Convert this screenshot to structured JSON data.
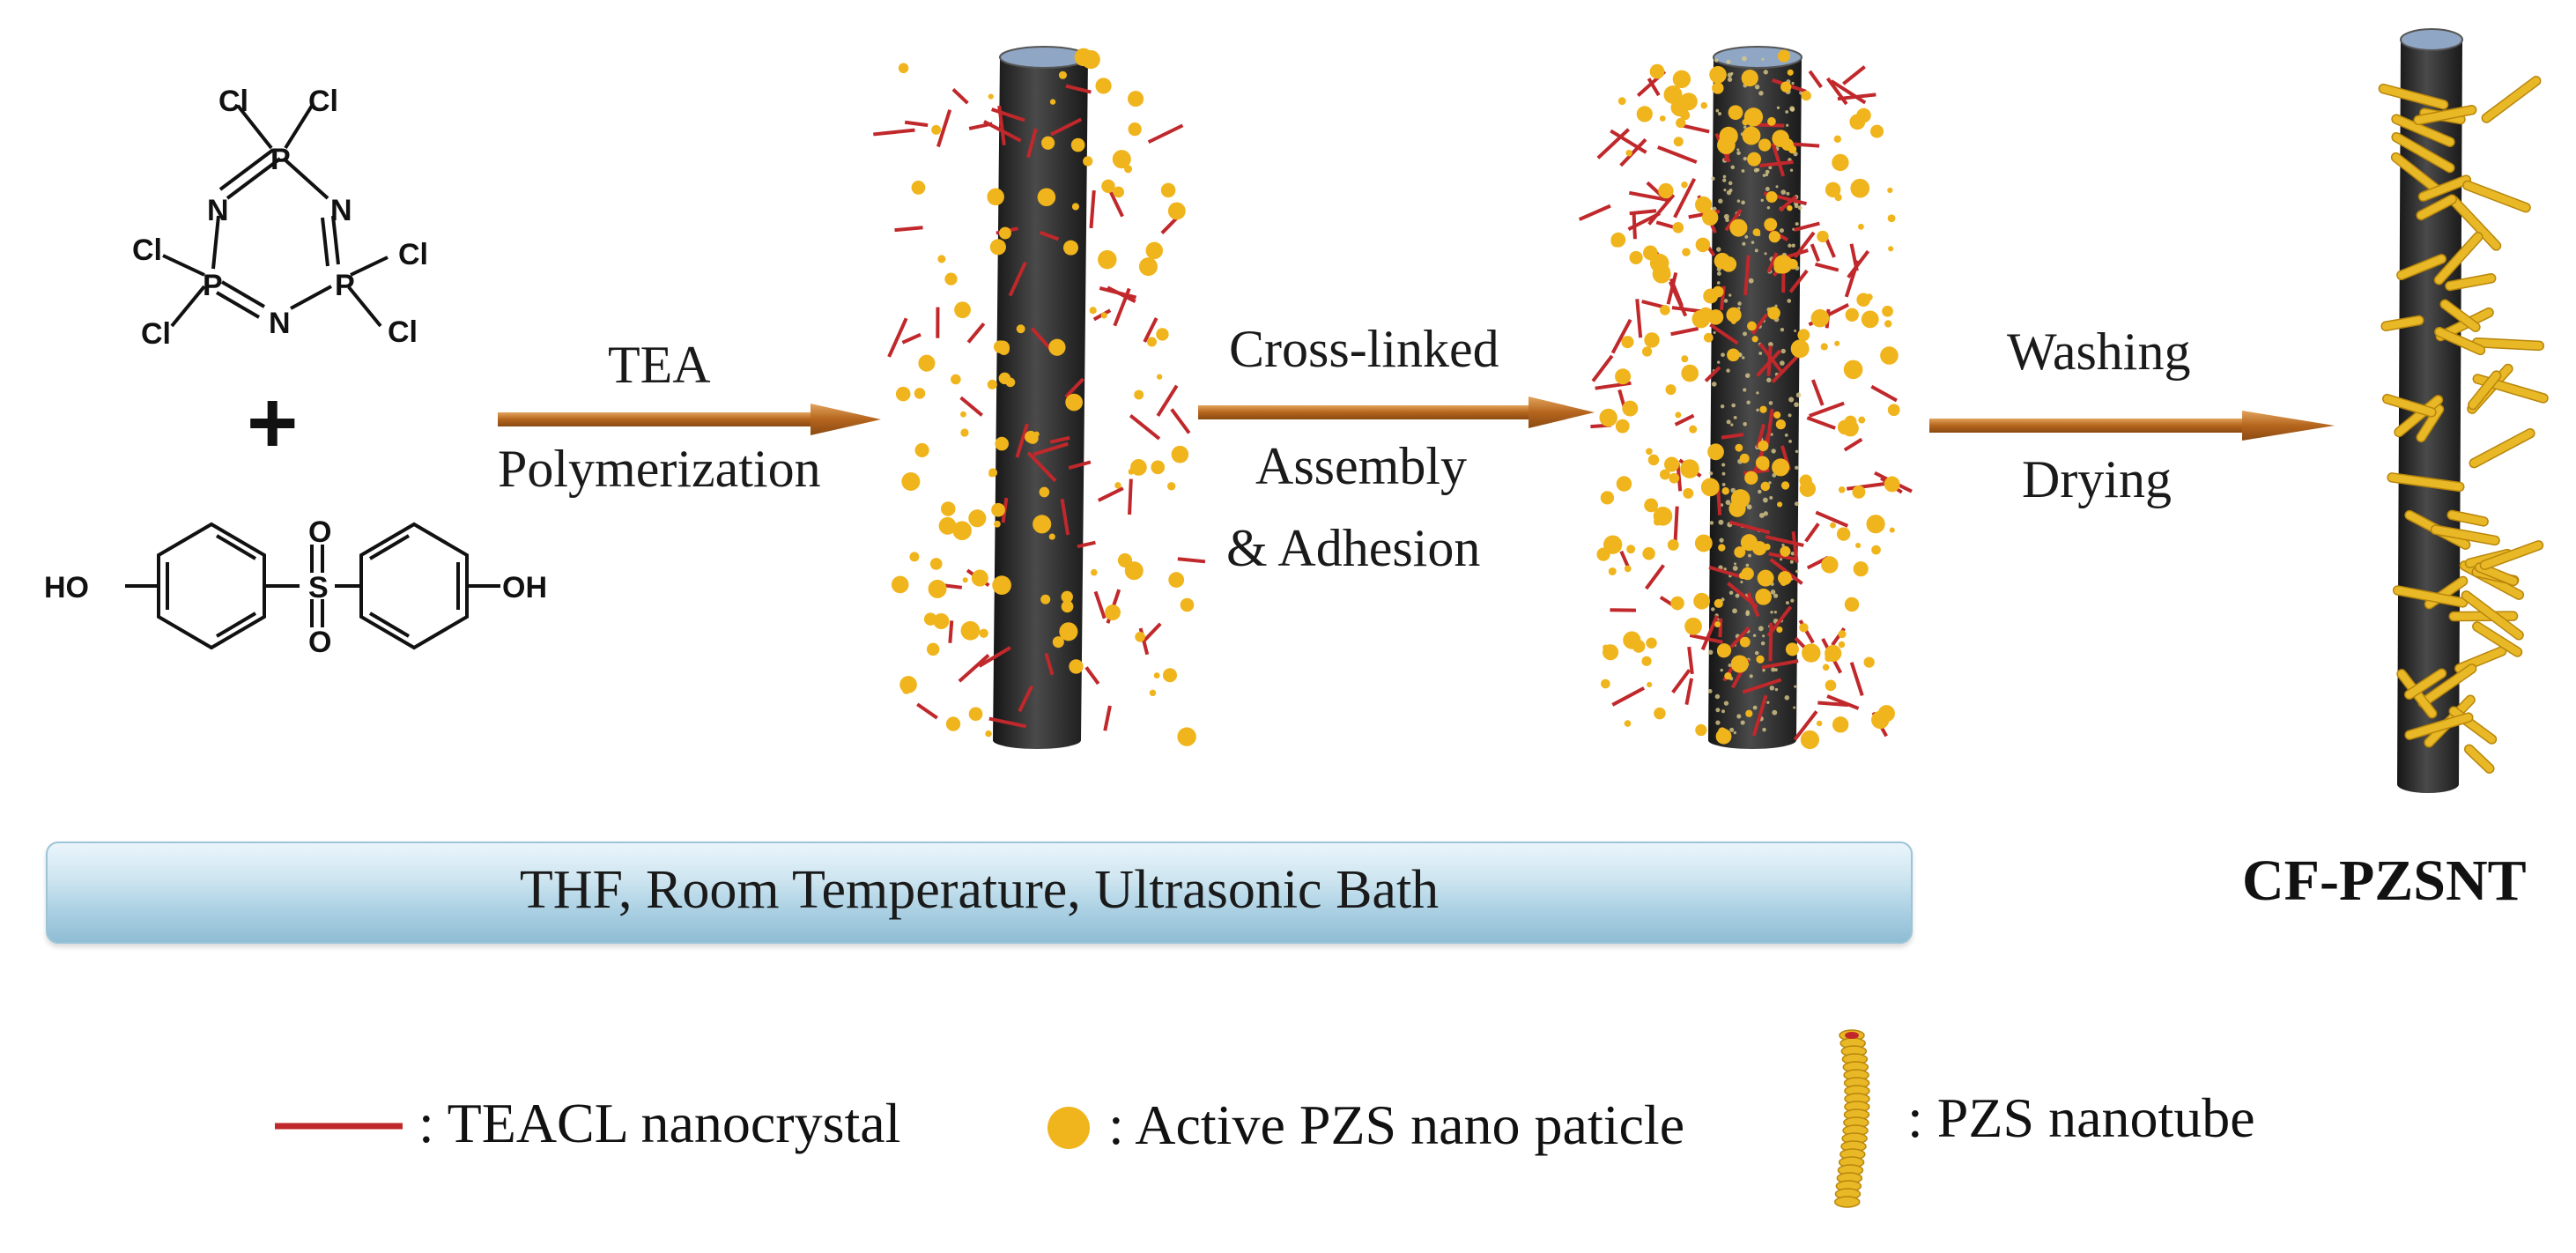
{
  "reactants": {
    "hccp_atoms": [
      "Cl",
      "Cl",
      "P",
      "N",
      "N",
      "Cl",
      "P",
      "P",
      "Cl",
      "Cl",
      "N",
      "Cl"
    ],
    "plus": "+",
    "bps_labels": {
      "left_oh": "HO",
      "right_oh": "OH",
      "s": "S",
      "o_top": "O",
      "o_bottom": "O"
    }
  },
  "steps": [
    {
      "top": "TEA",
      "bottom": "Polymerization"
    },
    {
      "top": "Cross-linked",
      "bottom_1": "Assembly",
      "bottom_2": "& Adhesion"
    },
    {
      "top": "Washing",
      "bottom": "Drying"
    }
  ],
  "condition_bar": "THF, Room Temperature, Ultrasonic Bath",
  "product_label": "CF-PZSNT",
  "legend": [
    {
      "symbol": "red-line",
      "label": ": TEACL nanocrystal"
    },
    {
      "symbol": "yellow-dot",
      "label": ": Active PZS nano paticle"
    },
    {
      "symbol": "nanotube",
      "label": ": PZS nanotube"
    }
  ],
  "colors": {
    "arrow": "#b5651d",
    "fiber_dark": "#2b2b2b",
    "fiber_top": "#8fa6c4",
    "nanocrystal": "#c0282b",
    "particle": "#f0b41c",
    "bar": "#a9cfe2"
  }
}
